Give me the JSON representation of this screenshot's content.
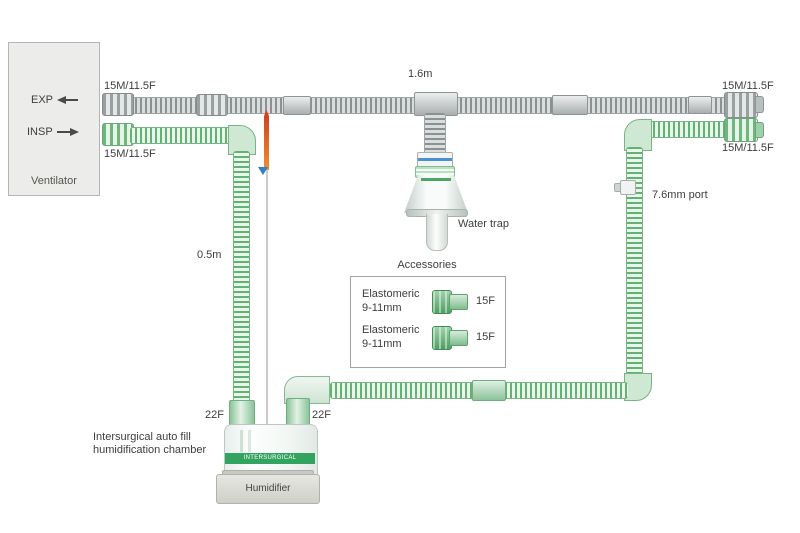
{
  "ventilator": {
    "label": "Ventilator",
    "exp": "EXP",
    "insp": "INSP"
  },
  "tubes": {
    "top_length": "1.6m",
    "left_length": "0.5m"
  },
  "connectors": {
    "top_left": "15M/11.5F",
    "bottom_left": "15M/11.5F",
    "top_right": "15M/11.5F",
    "right": "15M/11.5F",
    "left_port": "22F",
    "right_port": "22F",
    "sample_port": "7.6mm port"
  },
  "water_trap": {
    "label": "Water trap"
  },
  "humidifier": {
    "caption_line1": "Intersurgical auto fill",
    "caption_line2": "humidification chamber",
    "base_label": "Humidifier",
    "brand": "INTERSURGICAL"
  },
  "accessories": {
    "title": "Accessories",
    "items": [
      {
        "line1": "Elastomeric",
        "line2": "9-11mm",
        "size": "15F"
      },
      {
        "line1": "Elastomeric",
        "line2": "9-11mm",
        "size": "15F"
      }
    ]
  },
  "colors": {
    "green_tube": "#63b274",
    "gray_tube": "#8b9191",
    "band_green": "#33a45f",
    "probe_tip_red": "#cf3a1c",
    "marker_blue": "#2f7fd0"
  }
}
